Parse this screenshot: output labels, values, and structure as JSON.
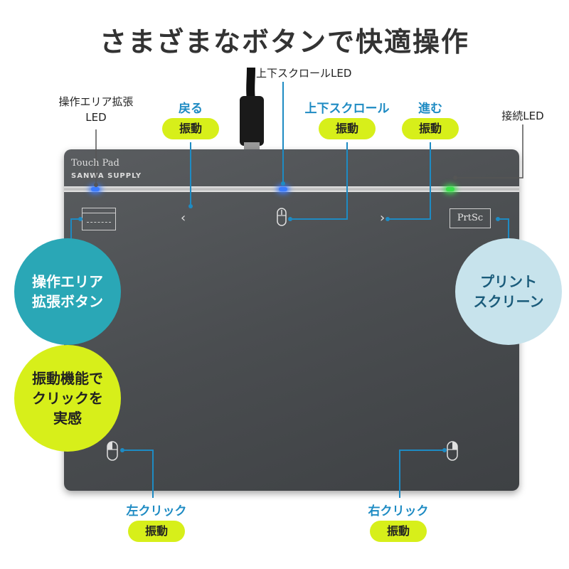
{
  "title": "さまざまなボタンで快適操作",
  "labels": {
    "area_led": [
      "操作エリア拡張",
      "LED"
    ],
    "scroll_led": "上下スクロールLED",
    "connect_led": "接続LED",
    "back": "戻る",
    "scroll": "上下スクロール",
    "forward": "進む",
    "left_click": "左クリック",
    "right_click": "右クリック",
    "vibration": "振動"
  },
  "device": {
    "brand_line1": "Touch Pad",
    "brand_line2": "SANWA SUPPLY",
    "prtsc": "PrtSc",
    "led_colors": {
      "area": "#3b7bff",
      "scroll": "#3b7bff",
      "connect": "#38e04a"
    }
  },
  "callouts": {
    "area_button": [
      "操作エリア",
      "拡張ボタン"
    ],
    "vibration_click": [
      "振動機能で",
      "クリックを",
      "実感"
    ],
    "print_screen": [
      "プリント",
      "スクリーン"
    ]
  },
  "colors": {
    "accent_blue": "#1e8bc3",
    "lime": "#d7ef1a",
    "teal": "#2aa7b6",
    "light_blue": "#c7e3ec"
  }
}
